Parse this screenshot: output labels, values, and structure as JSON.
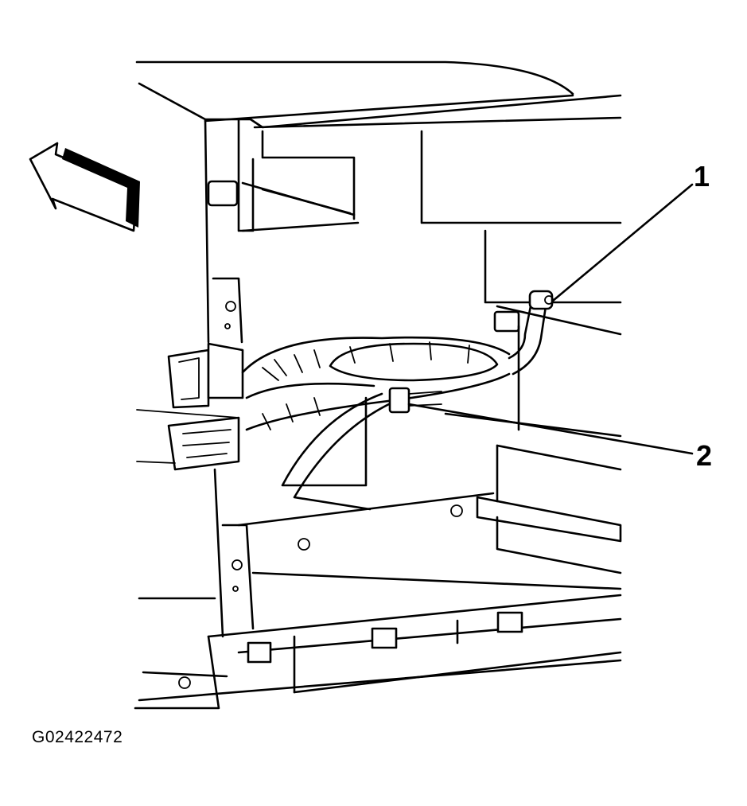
{
  "figure_id": "G02422472",
  "callouts": [
    {
      "label": "1",
      "target": "wire-harness-end-connector"
    },
    {
      "label": "2",
      "target": "harness-retaining-clip"
    }
  ],
  "icons": {
    "direction_arrow": "arrow-forward-icon"
  },
  "colors": {
    "line": "#000000",
    "background": "#ffffff"
  }
}
